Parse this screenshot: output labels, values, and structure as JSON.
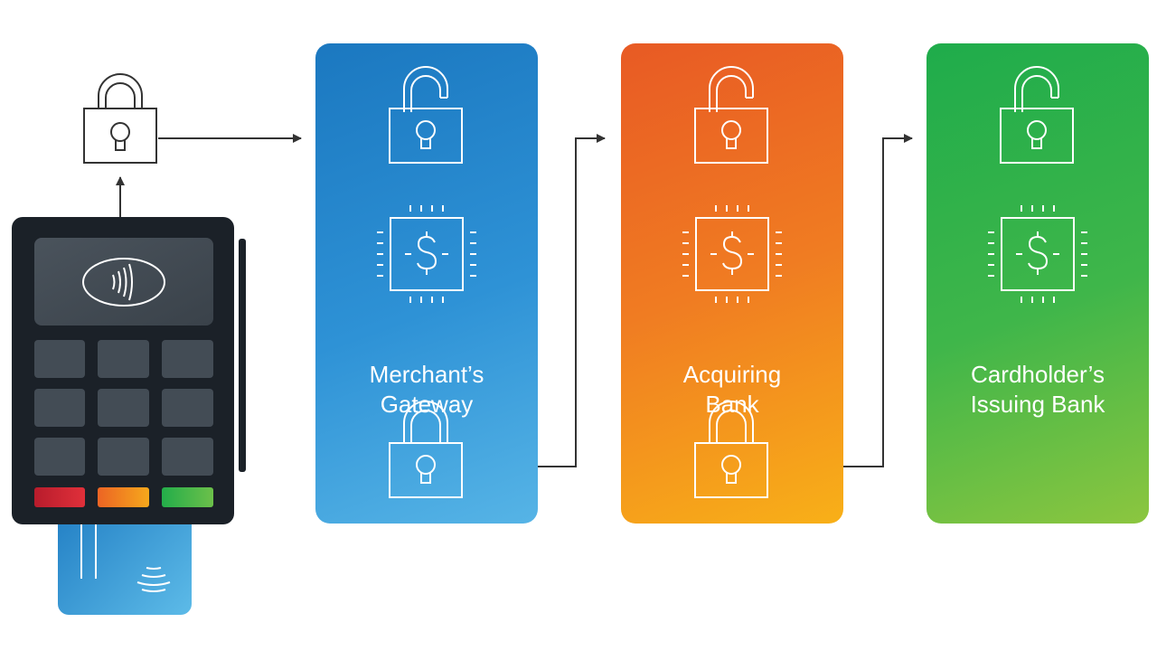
{
  "panels": [
    {
      "id": "gateway",
      "line1": "Merchant’s",
      "line2": "Gateway"
    },
    {
      "id": "acquiring",
      "line1": "Acquiring",
      "line2": "Bank"
    },
    {
      "id": "issuing",
      "line1": "Cardholder’s",
      "line2": "Issuing Bank"
    }
  ],
  "colors": {
    "gateway": [
      "#1b78c0",
      "#56b4e6"
    ],
    "acquiring": [
      "#e85a24",
      "#f8b018"
    ],
    "issuing": [
      "#1fac4b",
      "#8cc63f"
    ],
    "terminal_body": "#1b2128",
    "terminal_keys": "#434c55",
    "key_red": "#c8202e",
    "key_orange": "#f08a24",
    "key_green": "#3cb54a",
    "card": "#2d8fd5",
    "line": "#333333"
  },
  "icons": [
    "padlock-closed-icon",
    "padlock-open-icon",
    "dollar-chip-icon",
    "contactless-icon",
    "arrow-icon"
  ]
}
